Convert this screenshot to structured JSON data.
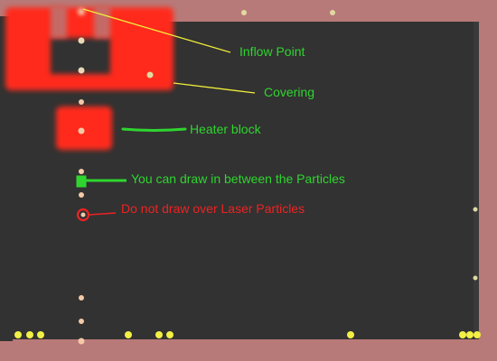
{
  "annotations": {
    "inflow_point": "Inflow Point",
    "covering": "Covering",
    "heater_block": "Heater block",
    "draw_between": "You can draw in between the Particles",
    "do_not_draw": "Do not draw over Laser Particles"
  },
  "colors": {
    "background": "#323232",
    "border": "#b87a78",
    "heater": "#ff2a1a",
    "green_label": "#2fd52f",
    "yellow_line": "#f0ee3a",
    "red_label": "#ee2222",
    "particle_peach": "#f3c9a8",
    "particle_yellow": "#f2f045"
  },
  "icons": {
    "particle": "glowing-dot",
    "pointer": "marker-arrow"
  }
}
